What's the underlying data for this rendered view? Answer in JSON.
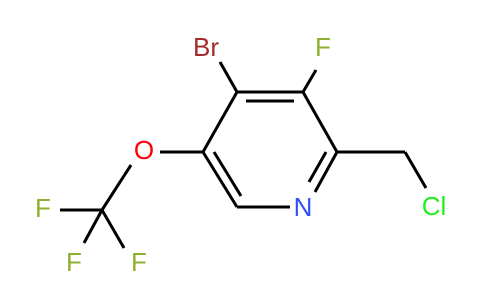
{
  "molecule": {
    "atoms": {
      "br": {
        "label": "Br",
        "color": "#a52a2a"
      },
      "f_ring": {
        "label": "F",
        "color": "#8eb030"
      },
      "o": {
        "label": "O",
        "color": "#ff0000"
      },
      "n": {
        "label": "N",
        "color": "#3050f8"
      },
      "cl": {
        "label": "Cl",
        "color": "#1ff01f"
      },
      "f1": {
        "label": "F",
        "color": "#8eb030"
      },
      "f2": {
        "label": "F",
        "color": "#8eb030"
      },
      "f3": {
        "label": "F",
        "color": "#8eb030"
      }
    },
    "bond_color": "#000000"
  }
}
